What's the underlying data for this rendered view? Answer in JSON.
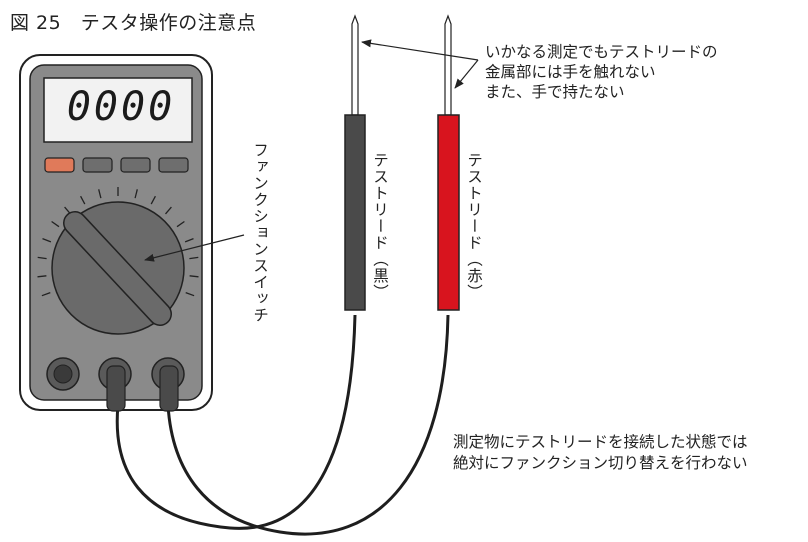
{
  "figure": {
    "title": "図 25　テスタ操作の注意点"
  },
  "meter": {
    "display_value": "0000",
    "buttons": [
      {
        "color": "#e07a5a"
      },
      {
        "color": "#6e6e6e"
      },
      {
        "color": "#6e6e6e"
      },
      {
        "color": "#6e6e6e"
      }
    ],
    "body_color": "#8a8a8a",
    "dial_color": "#6a6a6a",
    "lcd_color": "#f2f2f2"
  },
  "labels": {
    "function_switch": "ファンクションスイッチ",
    "lead_black": "テストリード（黒）",
    "lead_red": "テストリード（赤）"
  },
  "notes": {
    "top": "いかなる測定でもテストリードの\n金属部には手を触れない\nまた、手で持たない",
    "bottom": "測定物にテストリードを接続した状態では\n絶対にファンクション切り替えを行わない"
  },
  "colors": {
    "lead_black": "#4a4a4a",
    "lead_red": "#d8141e",
    "terminal": "#5a5a5a"
  }
}
